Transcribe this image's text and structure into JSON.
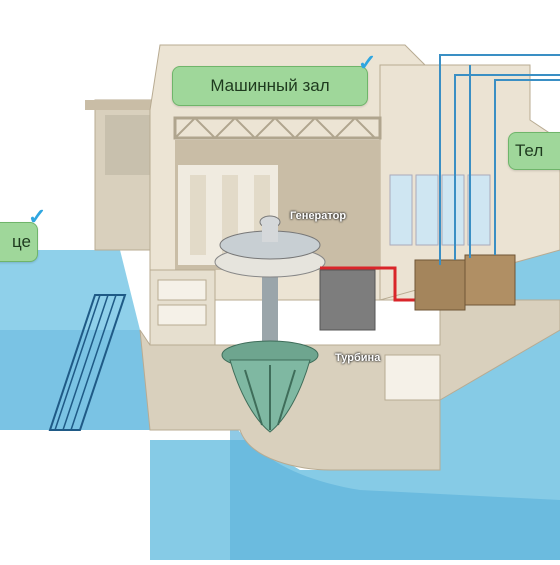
{
  "labels": {
    "machine_hall": "Машинный зал",
    "left_partial": "це",
    "right_partial": "Тел",
    "generator": "Генератор",
    "turbine": "Турбина"
  },
  "icons": [
    "checkmark-icon"
  ],
  "colors": {
    "water": "#7fc9e6",
    "water_dark": "#4aa7d2",
    "building": "#ece4d4",
    "building_shadow": "#c9bda6",
    "label_bg": "#9fd79a",
    "check": "#2fa6e0",
    "wire_red": "#d9252a",
    "wire_blue": "#3a8fc4",
    "turbine": "#6ea58f",
    "transformer": "#a4855c"
  }
}
